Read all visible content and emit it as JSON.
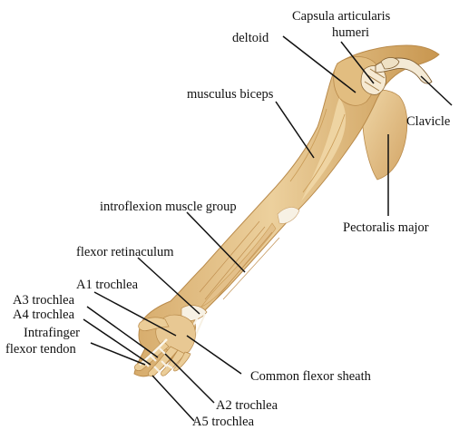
{
  "labels": {
    "capsula_line1": "Capsula articularis",
    "capsula_line2": "humeri",
    "deltoid": "deltoid",
    "biceps": "musculus biceps",
    "clavicle": "Clavicle",
    "pectoralis": "Pectoralis major",
    "introflexion": "introflexion muscle group",
    "flexor_retinaculum": "flexor retinaculum",
    "a1": "A1 trochlea",
    "a3": "A3 trochlea",
    "a4": "A4 trochlea",
    "intrafinger_line1": "Intrafinger",
    "intrafinger_line2": "flexor tendon",
    "common_flexor": "Common flexor sheath",
    "a2": "A2 trochlea",
    "a5": "A5 trochlea"
  },
  "colors": {
    "skin_base": "#e6c58e",
    "skin_light": "#f3deb6",
    "skin_shadow": "#c99a55",
    "tendon": "#f7f1e4",
    "label_text": "#111111",
    "leader_line": "#111111"
  }
}
